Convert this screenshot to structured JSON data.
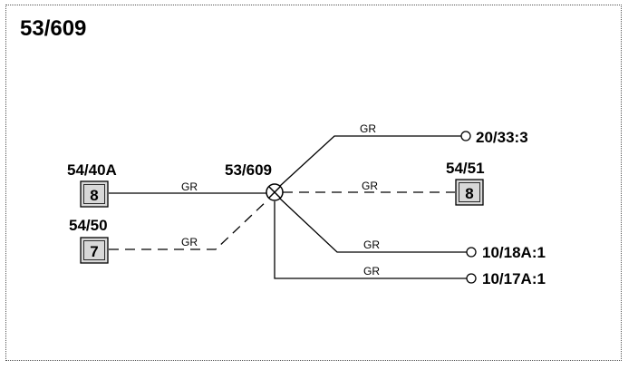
{
  "diagram": {
    "title": "53/609",
    "splice_label": "53/609",
    "connectors": {
      "c54_40a": {
        "name": "54/40A",
        "pin": "8"
      },
      "c54_50": {
        "name": "54/50",
        "pin": "7"
      },
      "c54_51": {
        "name": "54/51",
        "pin": "8"
      }
    },
    "terminals": {
      "t20_33_3": "20/33:3",
      "t10_18a_1": "10/18A:1",
      "t10_17a_1": "10/17A:1"
    },
    "wires": {
      "w1": "GR",
      "w2": "GR",
      "w3": "GR",
      "w4": "GR",
      "w5": "GR",
      "w6": "GR"
    }
  }
}
